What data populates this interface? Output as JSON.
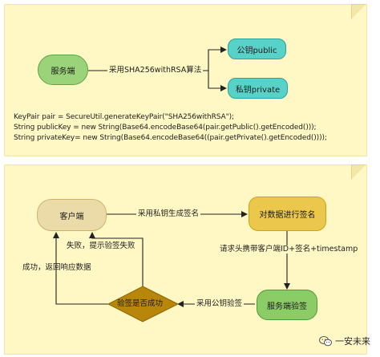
{
  "top": {
    "server": "服务端",
    "algo_label": "采用SHA256withRSA算法",
    "public_key": "公钥public",
    "private_key": "私钥private",
    "code": [
      "KeyPair pair = SecureUtil.generateKeyPair(\"SHA256withRSA\");",
      "String publicKey = new String(Base64.encodeBase64(pair.getPublic().getEncoded()));",
      "String privateKey= new String(Base64.encodeBase64((pair.getPrivate().getEncoded())));"
    ]
  },
  "bottom": {
    "client": "客户端",
    "sign_data": "对数据进行签名",
    "server_verify": "服务端验签",
    "decision": "验签是否成功",
    "edge_private_sign": "采用私钥生成签名",
    "edge_request": "请求头携带客户端ID+签名+timestamp",
    "edge_public_verify": "采用公钥验签",
    "edge_fail": "失败，提示验签失败",
    "edge_success": "成功，返回响应数据"
  },
  "watermark": "一安未来",
  "colors": {
    "panel_bg": "#fff8c4",
    "green": "#9bd37a",
    "cyan": "#58d2c9",
    "tan": "#eadba8",
    "gold": "#ebc84b",
    "diamond": "#b8860b",
    "arrow": "#222222"
  }
}
